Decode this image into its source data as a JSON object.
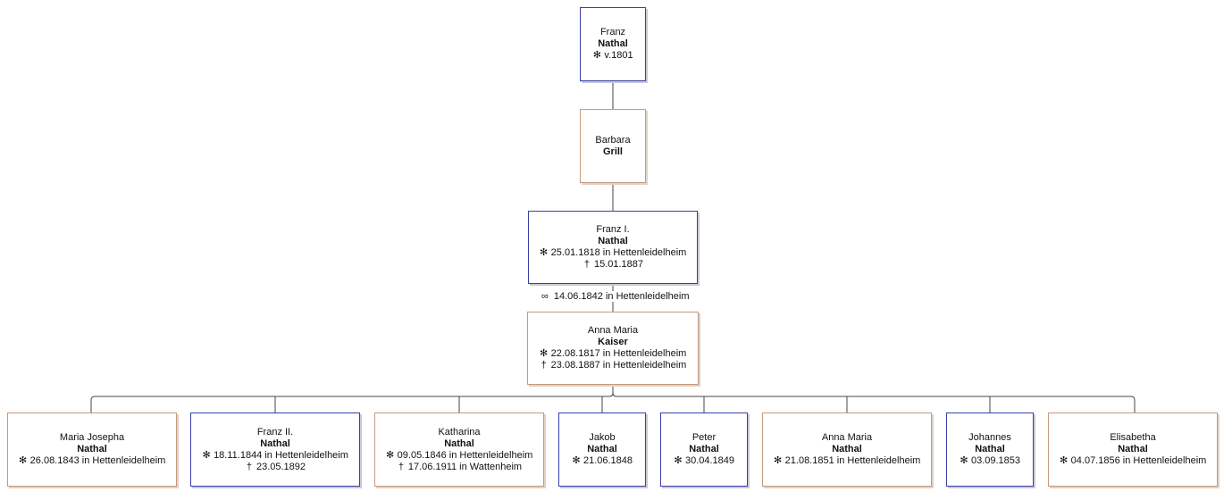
{
  "symbols": {
    "birth": "✻",
    "death": "†",
    "marriage": "∞"
  },
  "ancestors": [
    {
      "given": "Franz",
      "surname": "Nathal",
      "sex": "male",
      "events": [
        {
          "type": "birth",
          "text": "v.1801"
        }
      ]
    },
    {
      "given": "Barbara",
      "surname": "Grill",
      "sex": "female",
      "events": []
    },
    {
      "given": "Franz I.",
      "surname": "Nathal",
      "sex": "male",
      "events": [
        {
          "type": "birth",
          "text": "25.01.1818 in Hettenleidelheim"
        },
        {
          "type": "death",
          "text": "15.01.1887"
        }
      ]
    }
  ],
  "marriage": {
    "text": "14.06.1842 in Hettenleidelheim"
  },
  "spouse": {
    "given": "Anna Maria",
    "surname": "Kaiser",
    "sex": "female",
    "events": [
      {
        "type": "birth",
        "text": "22.08.1817 in Hettenleidelheim"
      },
      {
        "type": "death",
        "text": "23.08.1887 in Hettenleidelheim"
      }
    ]
  },
  "children": [
    {
      "given": "Maria Josepha",
      "surname": "Nathal",
      "sex": "female",
      "events": [
        {
          "type": "birth",
          "text": "26.08.1843 in Hettenleidelheim"
        }
      ]
    },
    {
      "given": "Franz II.",
      "surname": "Nathal",
      "sex": "male",
      "events": [
        {
          "type": "birth",
          "text": "18.11.1844 in Hettenleidelheim"
        },
        {
          "type": "death",
          "text": "23.05.1892"
        }
      ]
    },
    {
      "given": "Katharina",
      "surname": "Nathal",
      "sex": "female",
      "events": [
        {
          "type": "birth",
          "text": "09.05.1846 in Hettenleidelheim"
        },
        {
          "type": "death",
          "text": "17.06.1911 in Wattenheim"
        }
      ]
    },
    {
      "given": "Jakob",
      "surname": "Nathal",
      "sex": "male",
      "events": [
        {
          "type": "birth",
          "text": "21.06.1848"
        }
      ]
    },
    {
      "given": "Peter",
      "surname": "Nathal",
      "sex": "male",
      "events": [
        {
          "type": "birth",
          "text": "30.04.1849"
        }
      ]
    },
    {
      "given": "Anna Maria",
      "surname": "Nathal",
      "sex": "female",
      "events": [
        {
          "type": "birth",
          "text": "21.08.1851 in Hettenleidelheim"
        }
      ]
    },
    {
      "given": "Johannes",
      "surname": "Nathal",
      "sex": "male",
      "events": [
        {
          "type": "birth",
          "text": "03.09.1853"
        }
      ]
    },
    {
      "given": "Elisabetha",
      "surname": "Nathal",
      "sex": "female",
      "events": [
        {
          "type": "birth",
          "text": "04.07.1856 in Hettenleidelheim"
        }
      ]
    }
  ]
}
